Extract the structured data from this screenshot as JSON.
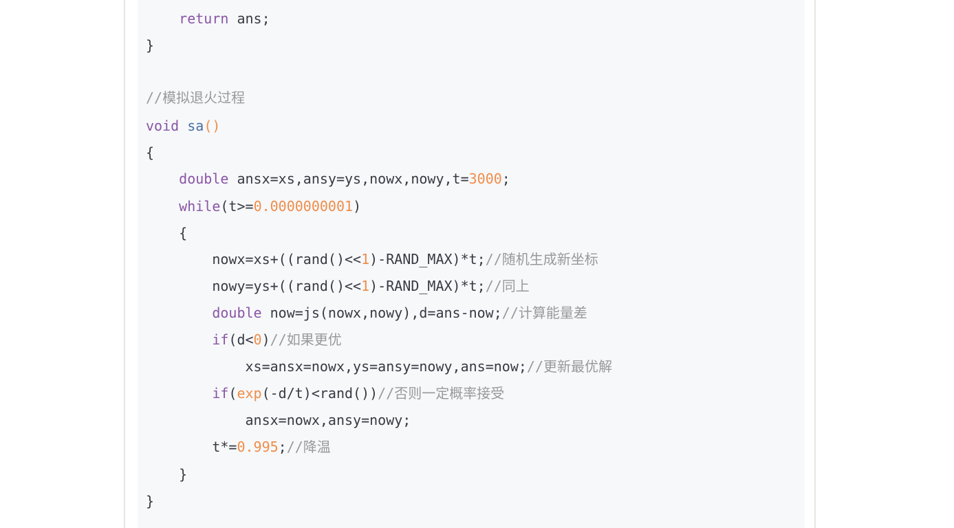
{
  "code": {
    "lines": [
      {
        "indent": "    ",
        "tokens": [
          {
            "t": "return",
            "c": "kw"
          },
          {
            "t": " ans;",
            "c": "plain"
          }
        ]
      },
      {
        "indent": "",
        "tokens": [
          {
            "t": "}",
            "c": "plain"
          }
        ]
      },
      {
        "indent": "",
        "tokens": []
      },
      {
        "indent": "",
        "tokens": [
          {
            "t": "//模拟退火过程",
            "c": "cm"
          }
        ]
      },
      {
        "indent": "",
        "tokens": [
          {
            "t": "void",
            "c": "kw"
          },
          {
            "t": " ",
            "c": "plain"
          },
          {
            "t": "sa",
            "c": "fn"
          },
          {
            "t": "()",
            "c": "fn2"
          }
        ]
      },
      {
        "indent": "",
        "tokens": [
          {
            "t": "{",
            "c": "plain"
          }
        ]
      },
      {
        "indent": "    ",
        "tokens": [
          {
            "t": "double",
            "c": "kw"
          },
          {
            "t": " ansx=xs,ansy=ys,nowx,nowy,t=",
            "c": "plain"
          },
          {
            "t": "3000",
            "c": "num"
          },
          {
            "t": ";",
            "c": "plain"
          }
        ]
      },
      {
        "indent": "    ",
        "tokens": [
          {
            "t": "while",
            "c": "kw"
          },
          {
            "t": "(t>=",
            "c": "plain"
          },
          {
            "t": "0.0000000001",
            "c": "num"
          },
          {
            "t": ")",
            "c": "plain"
          }
        ]
      },
      {
        "indent": "    ",
        "tokens": [
          {
            "t": "{",
            "c": "plain"
          }
        ]
      },
      {
        "indent": "        ",
        "tokens": [
          {
            "t": "nowx=xs+((rand()<<",
            "c": "plain"
          },
          {
            "t": "1",
            "c": "num"
          },
          {
            "t": ")-RAND_MAX)*t;",
            "c": "plain"
          },
          {
            "t": "//随机生成新坐标",
            "c": "cm"
          }
        ]
      },
      {
        "indent": "        ",
        "tokens": [
          {
            "t": "nowy=ys+((rand()<<",
            "c": "plain"
          },
          {
            "t": "1",
            "c": "num"
          },
          {
            "t": ")-RAND_MAX)*t;",
            "c": "plain"
          },
          {
            "t": "//同上",
            "c": "cm"
          }
        ]
      },
      {
        "indent": "        ",
        "tokens": [
          {
            "t": "double",
            "c": "kw"
          },
          {
            "t": " now=js(nowx,nowy),d=ans-now;",
            "c": "plain"
          },
          {
            "t": "//计算能量差",
            "c": "cm"
          }
        ]
      },
      {
        "indent": "        ",
        "tokens": [
          {
            "t": "if",
            "c": "kw"
          },
          {
            "t": "(d<",
            "c": "plain"
          },
          {
            "t": "0",
            "c": "num"
          },
          {
            "t": ")",
            "c": "plain"
          },
          {
            "t": "//如果更优",
            "c": "cm"
          }
        ]
      },
      {
        "indent": "            ",
        "tokens": [
          {
            "t": "xs=ansx=nowx,ys=ansy=nowy,ans=now;",
            "c": "plain"
          },
          {
            "t": "//更新最优解",
            "c": "cm"
          }
        ]
      },
      {
        "indent": "        ",
        "tokens": [
          {
            "t": "if",
            "c": "kw"
          },
          {
            "t": "(",
            "c": "plain"
          },
          {
            "t": "exp",
            "c": "fn2"
          },
          {
            "t": "(-d/t)<rand())",
            "c": "plain"
          },
          {
            "t": "//否则一定概率接受",
            "c": "cm"
          }
        ]
      },
      {
        "indent": "            ",
        "tokens": [
          {
            "t": "ansx=nowx,ansy=nowy;",
            "c": "plain"
          }
        ]
      },
      {
        "indent": "        ",
        "tokens": [
          {
            "t": "t*=",
            "c": "plain"
          },
          {
            "t": "0.995",
            "c": "num"
          },
          {
            "t": ";",
            "c": "plain"
          },
          {
            "t": "//降温",
            "c": "cm"
          }
        ]
      },
      {
        "indent": "    ",
        "tokens": [
          {
            "t": "}",
            "c": "plain"
          }
        ]
      },
      {
        "indent": "",
        "tokens": [
          {
            "t": "}",
            "c": "plain"
          }
        ]
      }
    ]
  }
}
